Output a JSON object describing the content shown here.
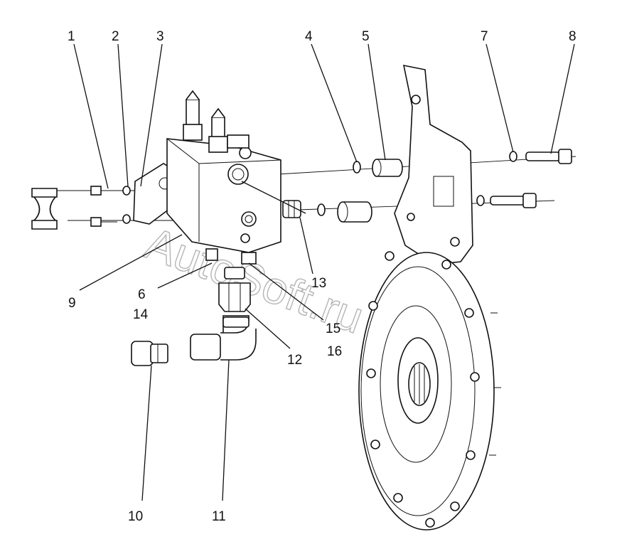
{
  "watermark": "AutoSoft.ru",
  "callouts": [
    "1",
    "2",
    "3",
    "4",
    "5",
    "6",
    "7",
    "8",
    "9",
    "10",
    "11",
    "12",
    "13",
    "14",
    "15",
    "16"
  ]
}
